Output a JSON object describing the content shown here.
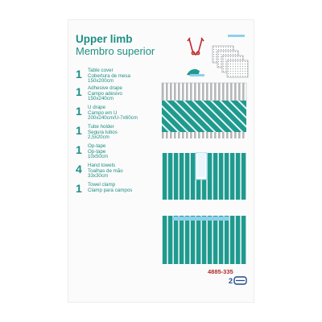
{
  "header": {
    "title": "Upper limb",
    "subtitle": "Membro superior"
  },
  "items": [
    {
      "qty": "1",
      "lines": [
        "Table cover",
        "Cobertura de mesa",
        "150x200cm"
      ]
    },
    {
      "qty": "1",
      "lines": [
        "Adhesive drape",
        "Campo adesivo",
        "150x240cm"
      ]
    },
    {
      "qty": "1",
      "lines": [
        "U drape",
        "Campo em U",
        "200x240cm/U-7x60cm"
      ]
    },
    {
      "qty": "1",
      "lines": [
        "Tube holder",
        "Segura tubos",
        "2,5x20cm"
      ]
    },
    {
      "qty": "1",
      "lines": [
        "Op-tape",
        "Op-tape",
        "10x50cm"
      ]
    },
    {
      "qty": "4",
      "lines": [
        "Hand towels",
        "Toalhas de mão",
        "33x30cm"
      ]
    },
    {
      "qty": "1",
      "lines": [
        "Towel clamp",
        "Clamp para campos"
      ]
    }
  ],
  "product_code": "4885-335",
  "sterile_mark": "2",
  "colors": {
    "teal": "#1f9a8f",
    "light_stripe": "#e8f4f2",
    "gray": "#b5b7b9",
    "red": "#b22a2a",
    "blue": "#8fd0ec"
  }
}
